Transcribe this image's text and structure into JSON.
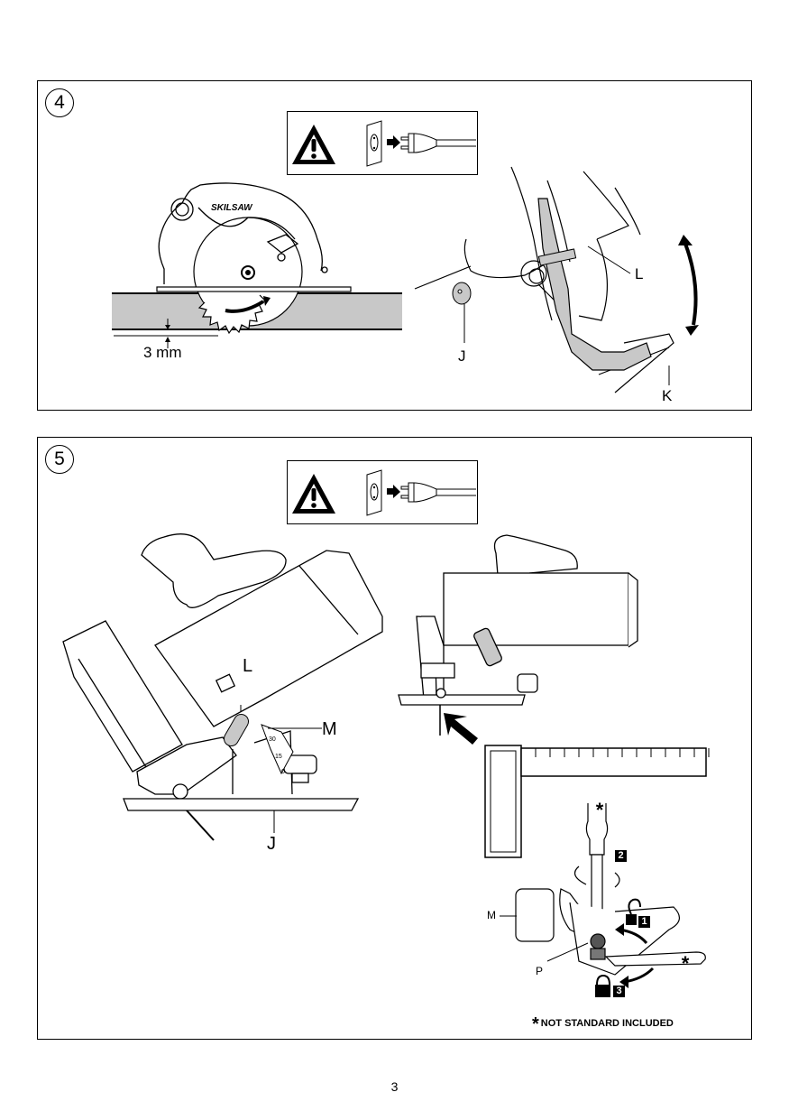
{
  "page": {
    "number": "3"
  },
  "figures": [
    {
      "number": "4",
      "warning": {
        "icon": "warning-triangle-icon",
        "action": "unplug-icon",
        "meaning": "Disconnect plug from mains"
      },
      "brand": "SKILSAW",
      "dimension": "3 mm",
      "labels": {
        "j": "J",
        "l": "L",
        "k": "K"
      }
    },
    {
      "number": "5",
      "warning": {
        "icon": "warning-triangle-icon",
        "action": "unplug-icon",
        "meaning": "Disconnect plug from mains"
      },
      "labels": {
        "l": "L",
        "m": "M",
        "j": "J",
        "m2": "M",
        "p": "P"
      },
      "scale_marks": [
        "30",
        "15",
        "0"
      ],
      "steps": [
        "1",
        "2",
        "3"
      ],
      "asterisk": "*",
      "note": "NOT STANDARD INCLUDED"
    }
  ],
  "colors": {
    "line": "#000000",
    "fill_gray": "#c8c8c8",
    "background": "#ffffff"
  }
}
